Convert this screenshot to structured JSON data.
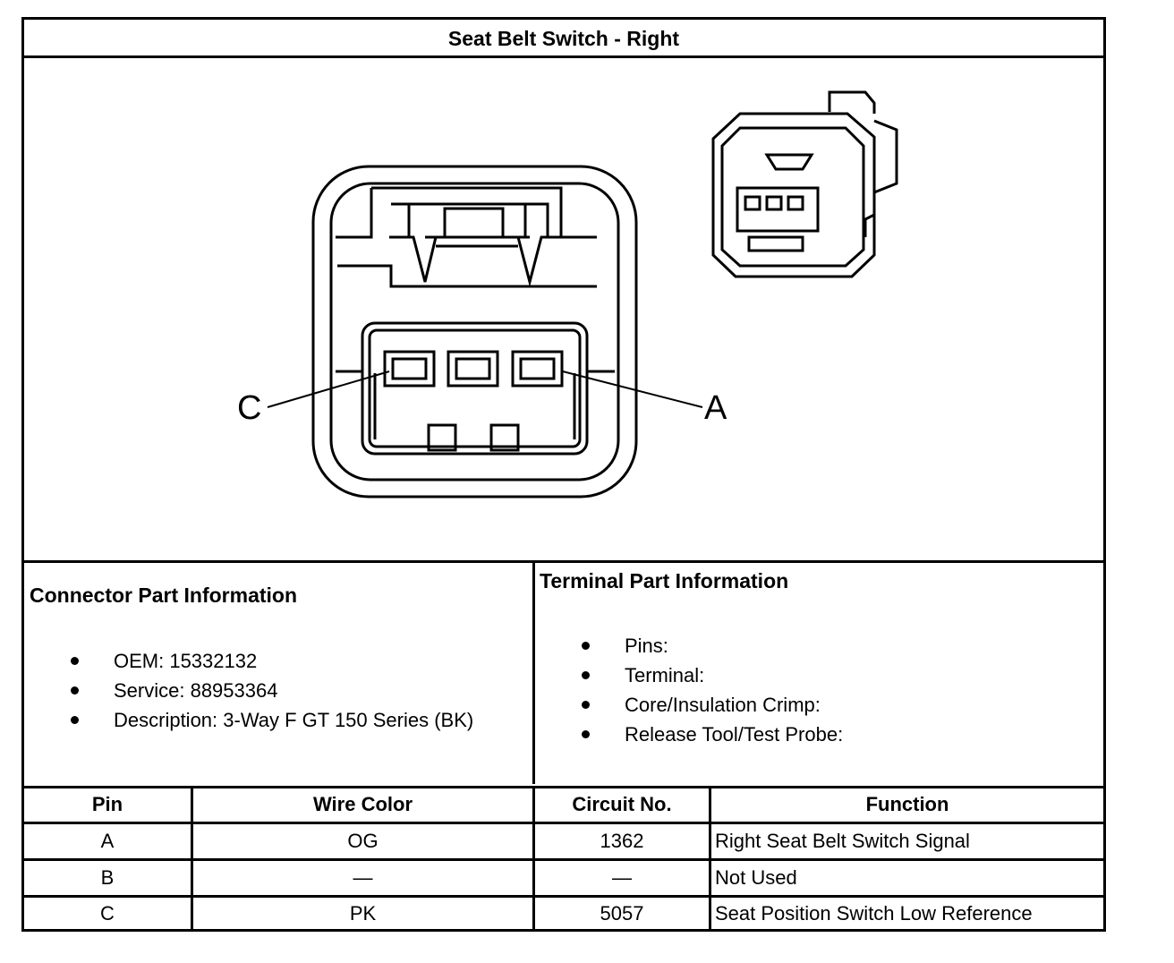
{
  "title": "Seat Belt Switch - Right",
  "diagram": {
    "pin_label_left": "C",
    "pin_label_right": "A"
  },
  "connector_info": {
    "heading": "Connector Part Information",
    "items": [
      "OEM: 15332132",
      "Service: 88953364",
      "Description: 3-Way F GT 150 Series (BK)"
    ]
  },
  "terminal_info": {
    "heading": "Terminal Part Information",
    "items": [
      "Pins:",
      "Terminal:",
      "Core/Insulation Crimp:",
      "Release Tool/Test Probe:"
    ]
  },
  "pin_table": {
    "headers": [
      "Pin",
      "Wire Color",
      "Circuit No.",
      "Function"
    ],
    "rows": [
      [
        "A",
        "OG",
        "1362",
        "Right Seat Belt Switch Signal"
      ],
      [
        "B",
        "—",
        "—",
        "Not Used"
      ],
      [
        "C",
        "PK",
        "5057",
        "Seat Position Switch Low Reference"
      ]
    ]
  }
}
